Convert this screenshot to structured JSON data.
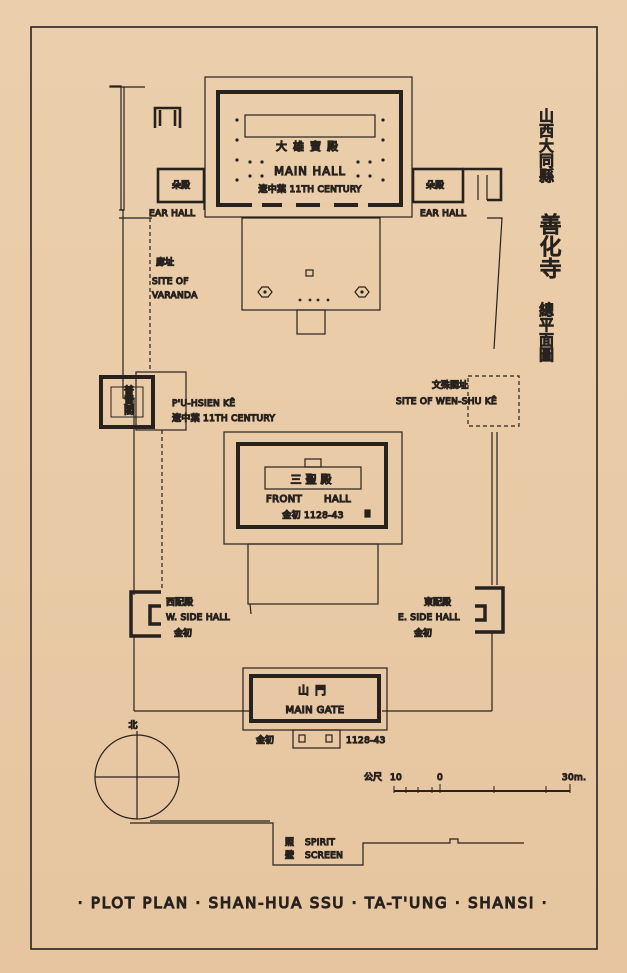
{
  "title": {
    "cn_place": "山西大同縣",
    "cn_name": "善化寺",
    "cn_plan": "總平面圖",
    "footer": "· PLOT PLAN · SHAN-HUA SSU · TA-T'UNG · SHANSI ·"
  },
  "main_hall": {
    "cn": "大雄寶殿",
    "en": "MAIN HALL",
    "date": "遼中葉 11TH CENTURY"
  },
  "ear_hall_left": {
    "cn": "朵殿",
    "en": "EAR HALL"
  },
  "ear_hall_right": {
    "cn": "朵殿",
    "en": "EAR HALL"
  },
  "veranda": {
    "cn": "廊址",
    "en1": "SITE OF",
    "en2": "VARANDA"
  },
  "puhsien": {
    "cn": "普賢閣",
    "en": "P'U-HSIEN KÊ",
    "date": "遼中葉 11TH CENTURY"
  },
  "wenshu": {
    "cn": "文殊閣址",
    "en": "SITE OF WEN-SHU KÊ"
  },
  "front_hall": {
    "cn": "三聖殿",
    "en1": "FRONT",
    "en2": "HALL",
    "date": "金初 1128-43"
  },
  "west_side_hall": {
    "cn": "西配殿",
    "en": "W. SIDE HALL",
    "date": "金初"
  },
  "east_side_hall": {
    "cn": "東配殿",
    "en": "E. SIDE HALL",
    "date": "金初"
  },
  "main_gate": {
    "cn": "山門",
    "en": "MAIN GATE",
    "date_cn": "金初",
    "date": "1128-43"
  },
  "compass": {
    "north": "北"
  },
  "scale": {
    "unit_cn": "公尺",
    "t1": "10",
    "t2": "0",
    "t3": "30m."
  },
  "spirit_screen": {
    "cn1": "照",
    "cn2": "壁",
    "en1": "SPIRIT",
    "en2": "SCREEN"
  }
}
